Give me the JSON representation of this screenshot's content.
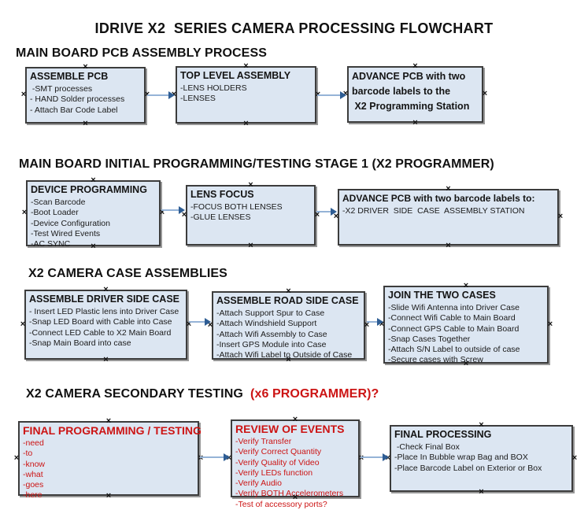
{
  "page_title": "IDRIVE X2  SERIES CAMERA PROCESSING FLOWCHART",
  "icons": {
    "anchor_glyph": "×"
  },
  "colors": {
    "box_fill": "#dce6f2",
    "box_border": "#3c3c3c",
    "shadow": "#979797",
    "arrow_line": "#95b3d7",
    "arrow_head": "#2e5d94",
    "red": "#cc1414",
    "text": "#141414"
  },
  "sections": [
    {
      "heading": "MAIN BOARD PCB ASSEMBLY PROCESS",
      "boxes": [
        {
          "title": "ASSEMBLE PCB",
          "items": [
            " -SMT processes",
            "- HAND Solder processes",
            "- Attach Bar Code Label"
          ]
        },
        {
          "title": "TOP LEVEL ASSEMBLY",
          "items": [
            "-LENS HOLDERS",
            "-LENSES"
          ]
        },
        {
          "title": "ADVANCE PCB with two\nbarcode labels to the\n X2 Programming Station",
          "items": []
        }
      ]
    },
    {
      "heading": "MAIN BOARD INITIAL PROGRAMMING/TESTING STAGE 1 (X2 PROGRAMMER)",
      "boxes": [
        {
          "title": "DEVICE PROGRAMMING",
          "items": [
            "-Scan Barcode",
            "-Boot Loader",
            "-Device Configuration",
            "-Test Wired Events",
            "-AC SYNC"
          ]
        },
        {
          "title": "LENS FOCUS",
          "items": [
            "-FOCUS BOTH LENSES",
            "-GLUE LENSES"
          ]
        },
        {
          "title": "ADVANCE PCB with two barcode labels to:",
          "items": [
            "-X2 DRIVER  SIDE  CASE  ASSEMBLY STATION"
          ]
        }
      ]
    },
    {
      "heading": "X2 CAMERA CASE ASSEMBLIES",
      "boxes": [
        {
          "title": "ASSEMBLE DRIVER SIDE CASE",
          "items": [
            "- Insert LED Plastic lens into Driver Case",
            "-Snap LED Board with Cable into Case",
            "-Connect LED Cable to X2 Main Board",
            "-Snap Main Board into case"
          ]
        },
        {
          "title": "ASSEMBLE ROAD SIDE CASE",
          "items": [
            "-Attach Support Spur to Case",
            "-Attach Windshield Support",
            "-Attach Wifi Assembly to Case",
            "-Insert GPS Module into Case",
            "-Attach Wifi Label to Outside of Case"
          ]
        },
        {
          "title": "JOIN THE TWO CASES",
          "items": [
            "-Slide Wifi Antenna into Driver Case",
            "-Connect Wifi Cable to Main Board",
            "-Connect GPS Cable to Main Board",
            "-Snap Cases Together",
            "-Attach S/N Label to outside of case",
            "-Secure cases with Screw"
          ]
        }
      ]
    },
    {
      "heading": "X2 CAMERA SECONDARY TESTING  ",
      "heading_note": "(x6 PROGRAMMER)?",
      "boxes": [
        {
          "title": "FINAL PROGRAMMING / TESTING",
          "items": [
            "-need",
            "-to",
            "-know",
            "-what",
            "-goes",
            "-here"
          ]
        },
        {
          "title": "REVIEW OF EVENTS",
          "items": [
            "-Verify Transfer",
            "-Verify Correct Quantity",
            "-Verify Quality of Video",
            "-Verify LEDs function",
            "-Verify Audio",
            "-Verify BOTH Accelerometers",
            "-Test of accessory ports?"
          ]
        },
        {
          "title": "FINAL PROCESSING",
          "items": [
            " -Check Final Box",
            "-Place In Bubble wrap Bag and BOX",
            "-Place Barcode Label on Exterior or Box"
          ]
        }
      ]
    }
  ]
}
